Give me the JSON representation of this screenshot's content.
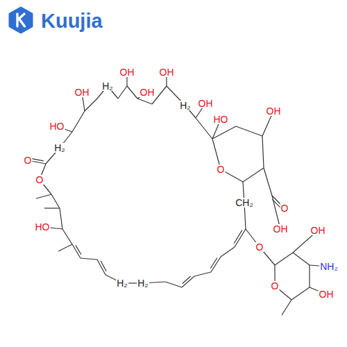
{
  "diagram": {
    "labels": [
      "Kuujia",
      "OH",
      "OH",
      "OH",
      "H₂",
      "OH",
      "H₂",
      "OH",
      "HO",
      "OH",
      "HO",
      "H₂",
      "O",
      "O",
      "HO",
      "O",
      "O",
      "OH",
      "CH₂",
      "O",
      "O",
      "OH",
      "NH₂",
      "OH",
      "H₂",
      "H₂"
    ]
  }
}
